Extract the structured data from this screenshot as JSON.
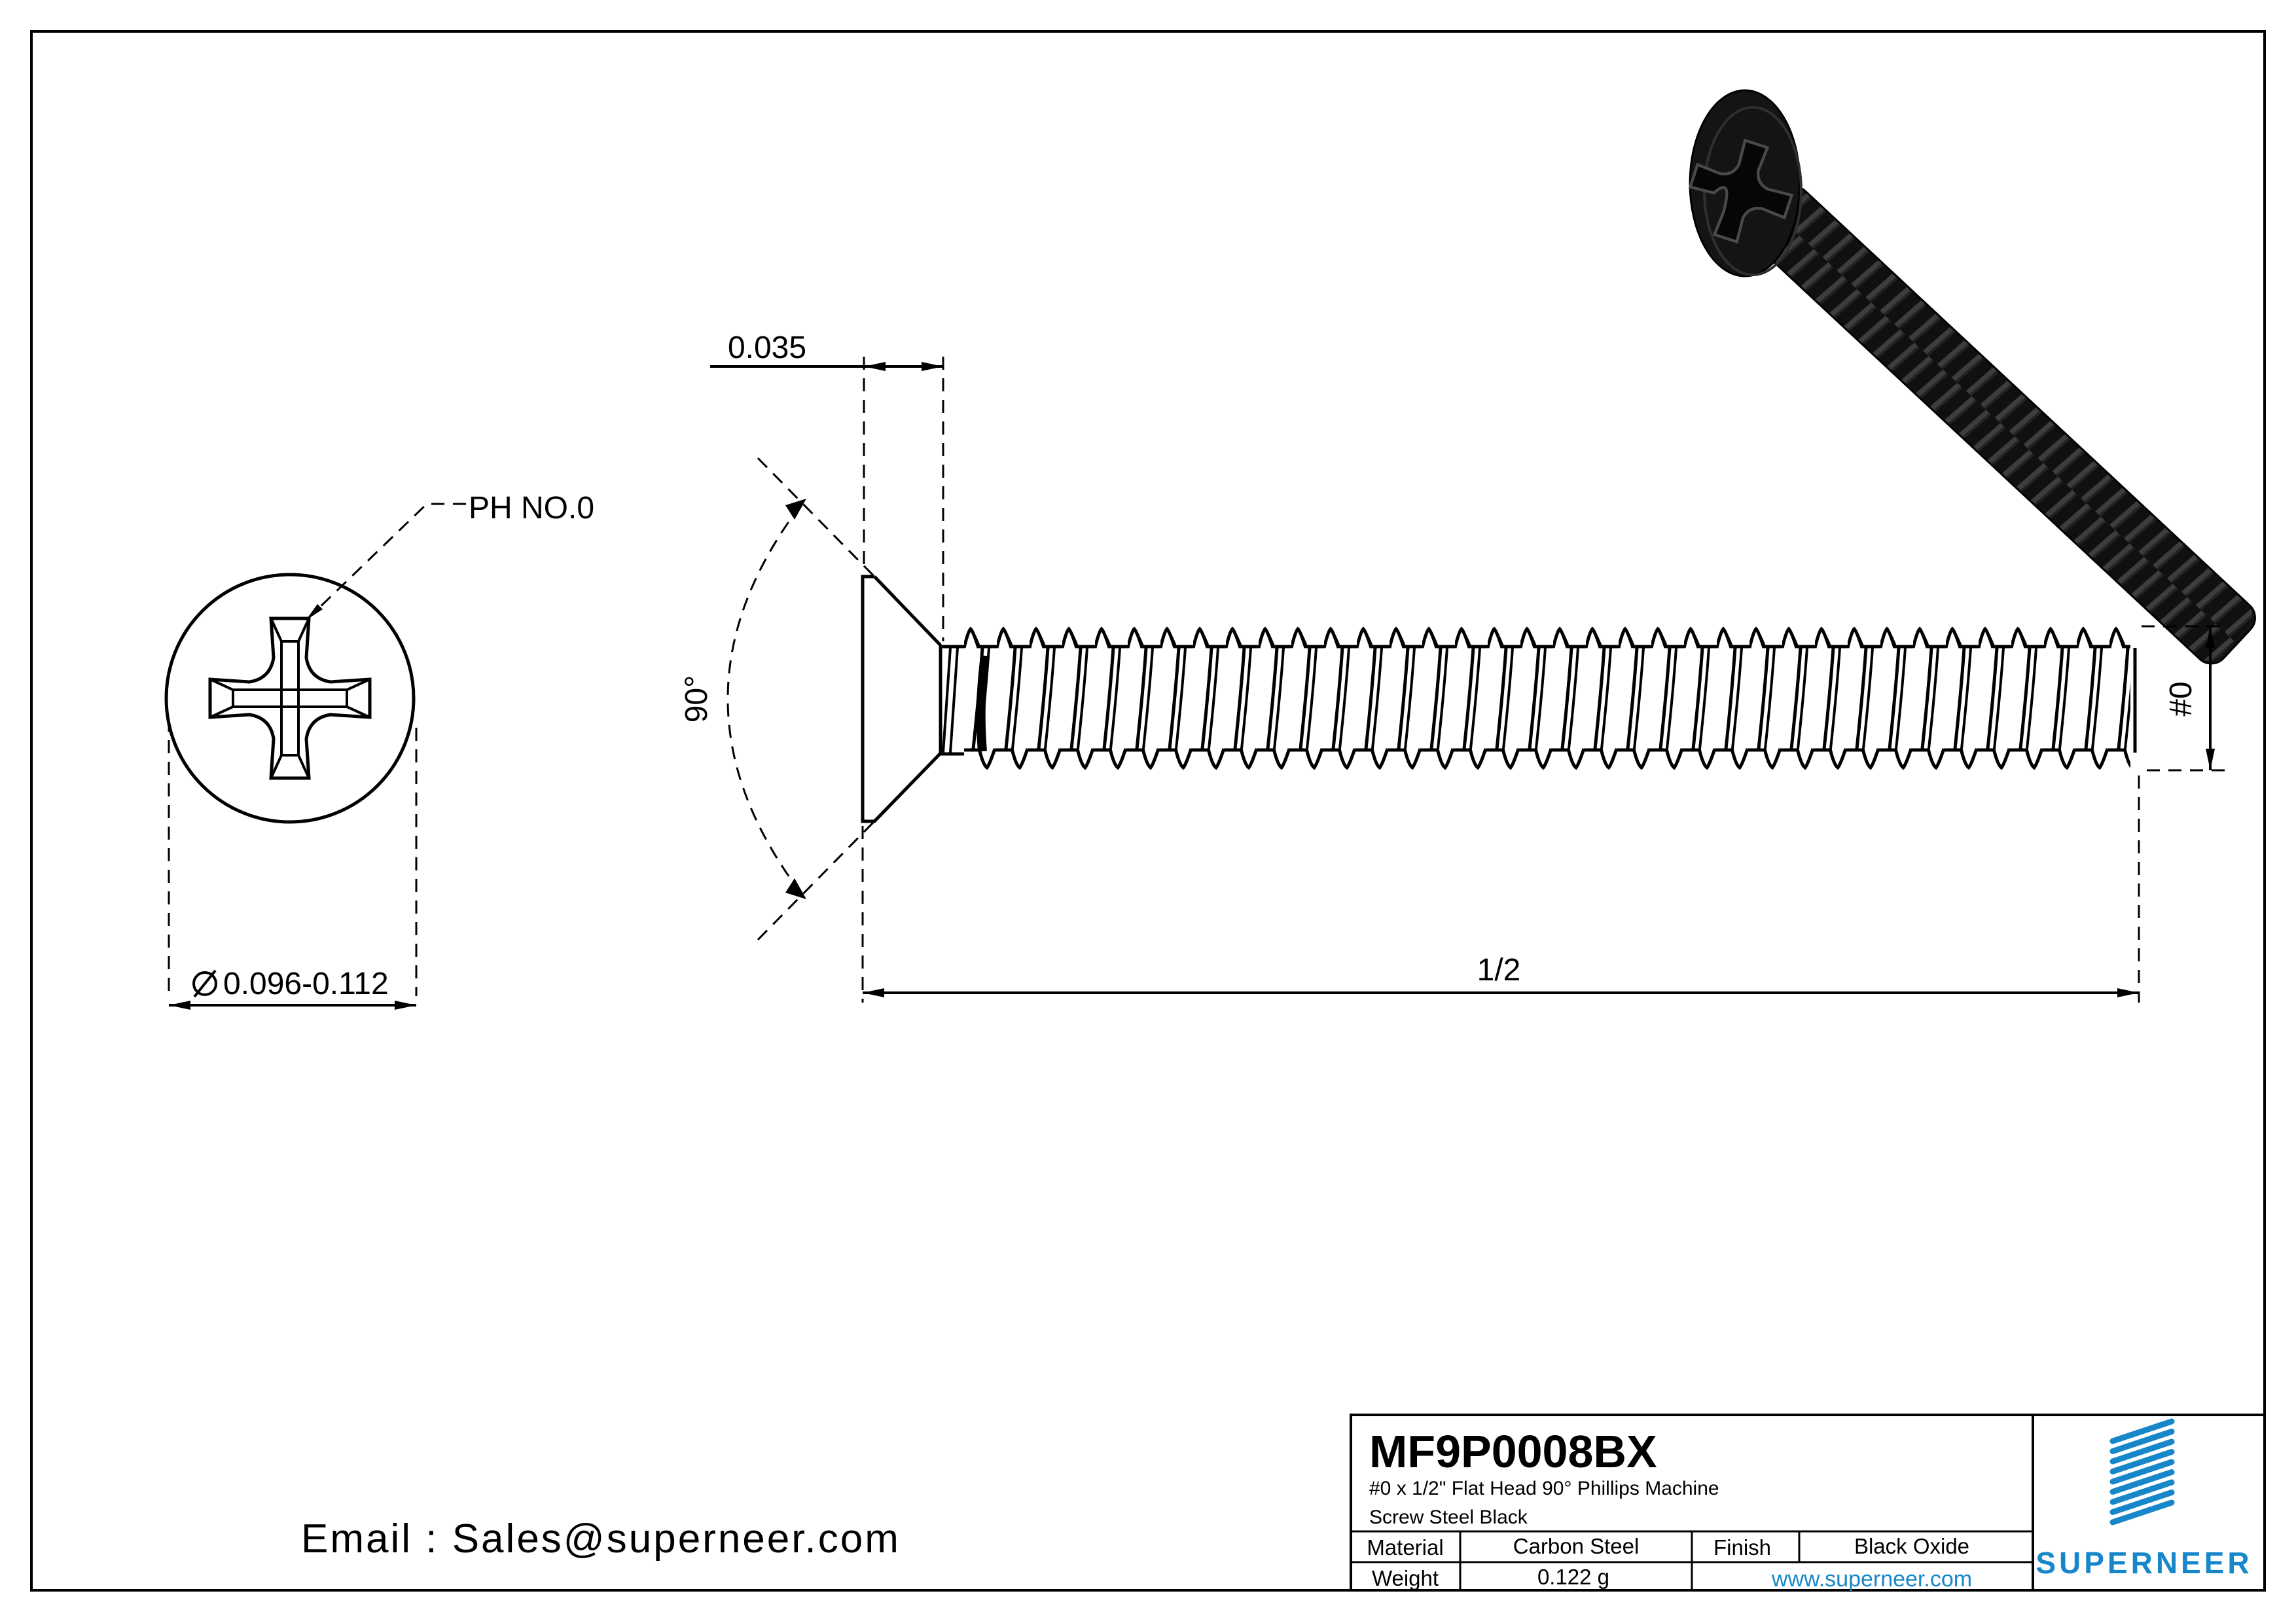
{
  "page": {
    "background": "#ffffff",
    "line_color": "#000000",
    "accent_blue": "#1787ca"
  },
  "drawing": {
    "front_view": {
      "recess_label": "PH NO.0",
      "diameter_symbol": "⌀",
      "diameter_label": "0.096-0.112"
    },
    "side_view": {
      "head_height_label": "0.035",
      "countersink_angle_label": "90°",
      "length_label": "1/2",
      "thread_size_label": "#0"
    }
  },
  "footer": {
    "email": "Email : Sales@superneer.com"
  },
  "title_block": {
    "part_number": "MF9P0008BX",
    "description_line1": "#0 x 1/2\" Flat Head 90° Phillips Machine",
    "description_line2": "Screw Steel Black",
    "material_label": "Material",
    "material_value": "Carbon Steel",
    "finish_label": "Finish",
    "finish_value": "Black Oxide",
    "weight_label": "Weight",
    "weight_value": "0.122 g",
    "website": "www.superneer.com",
    "brand": "SUPERNEER"
  }
}
